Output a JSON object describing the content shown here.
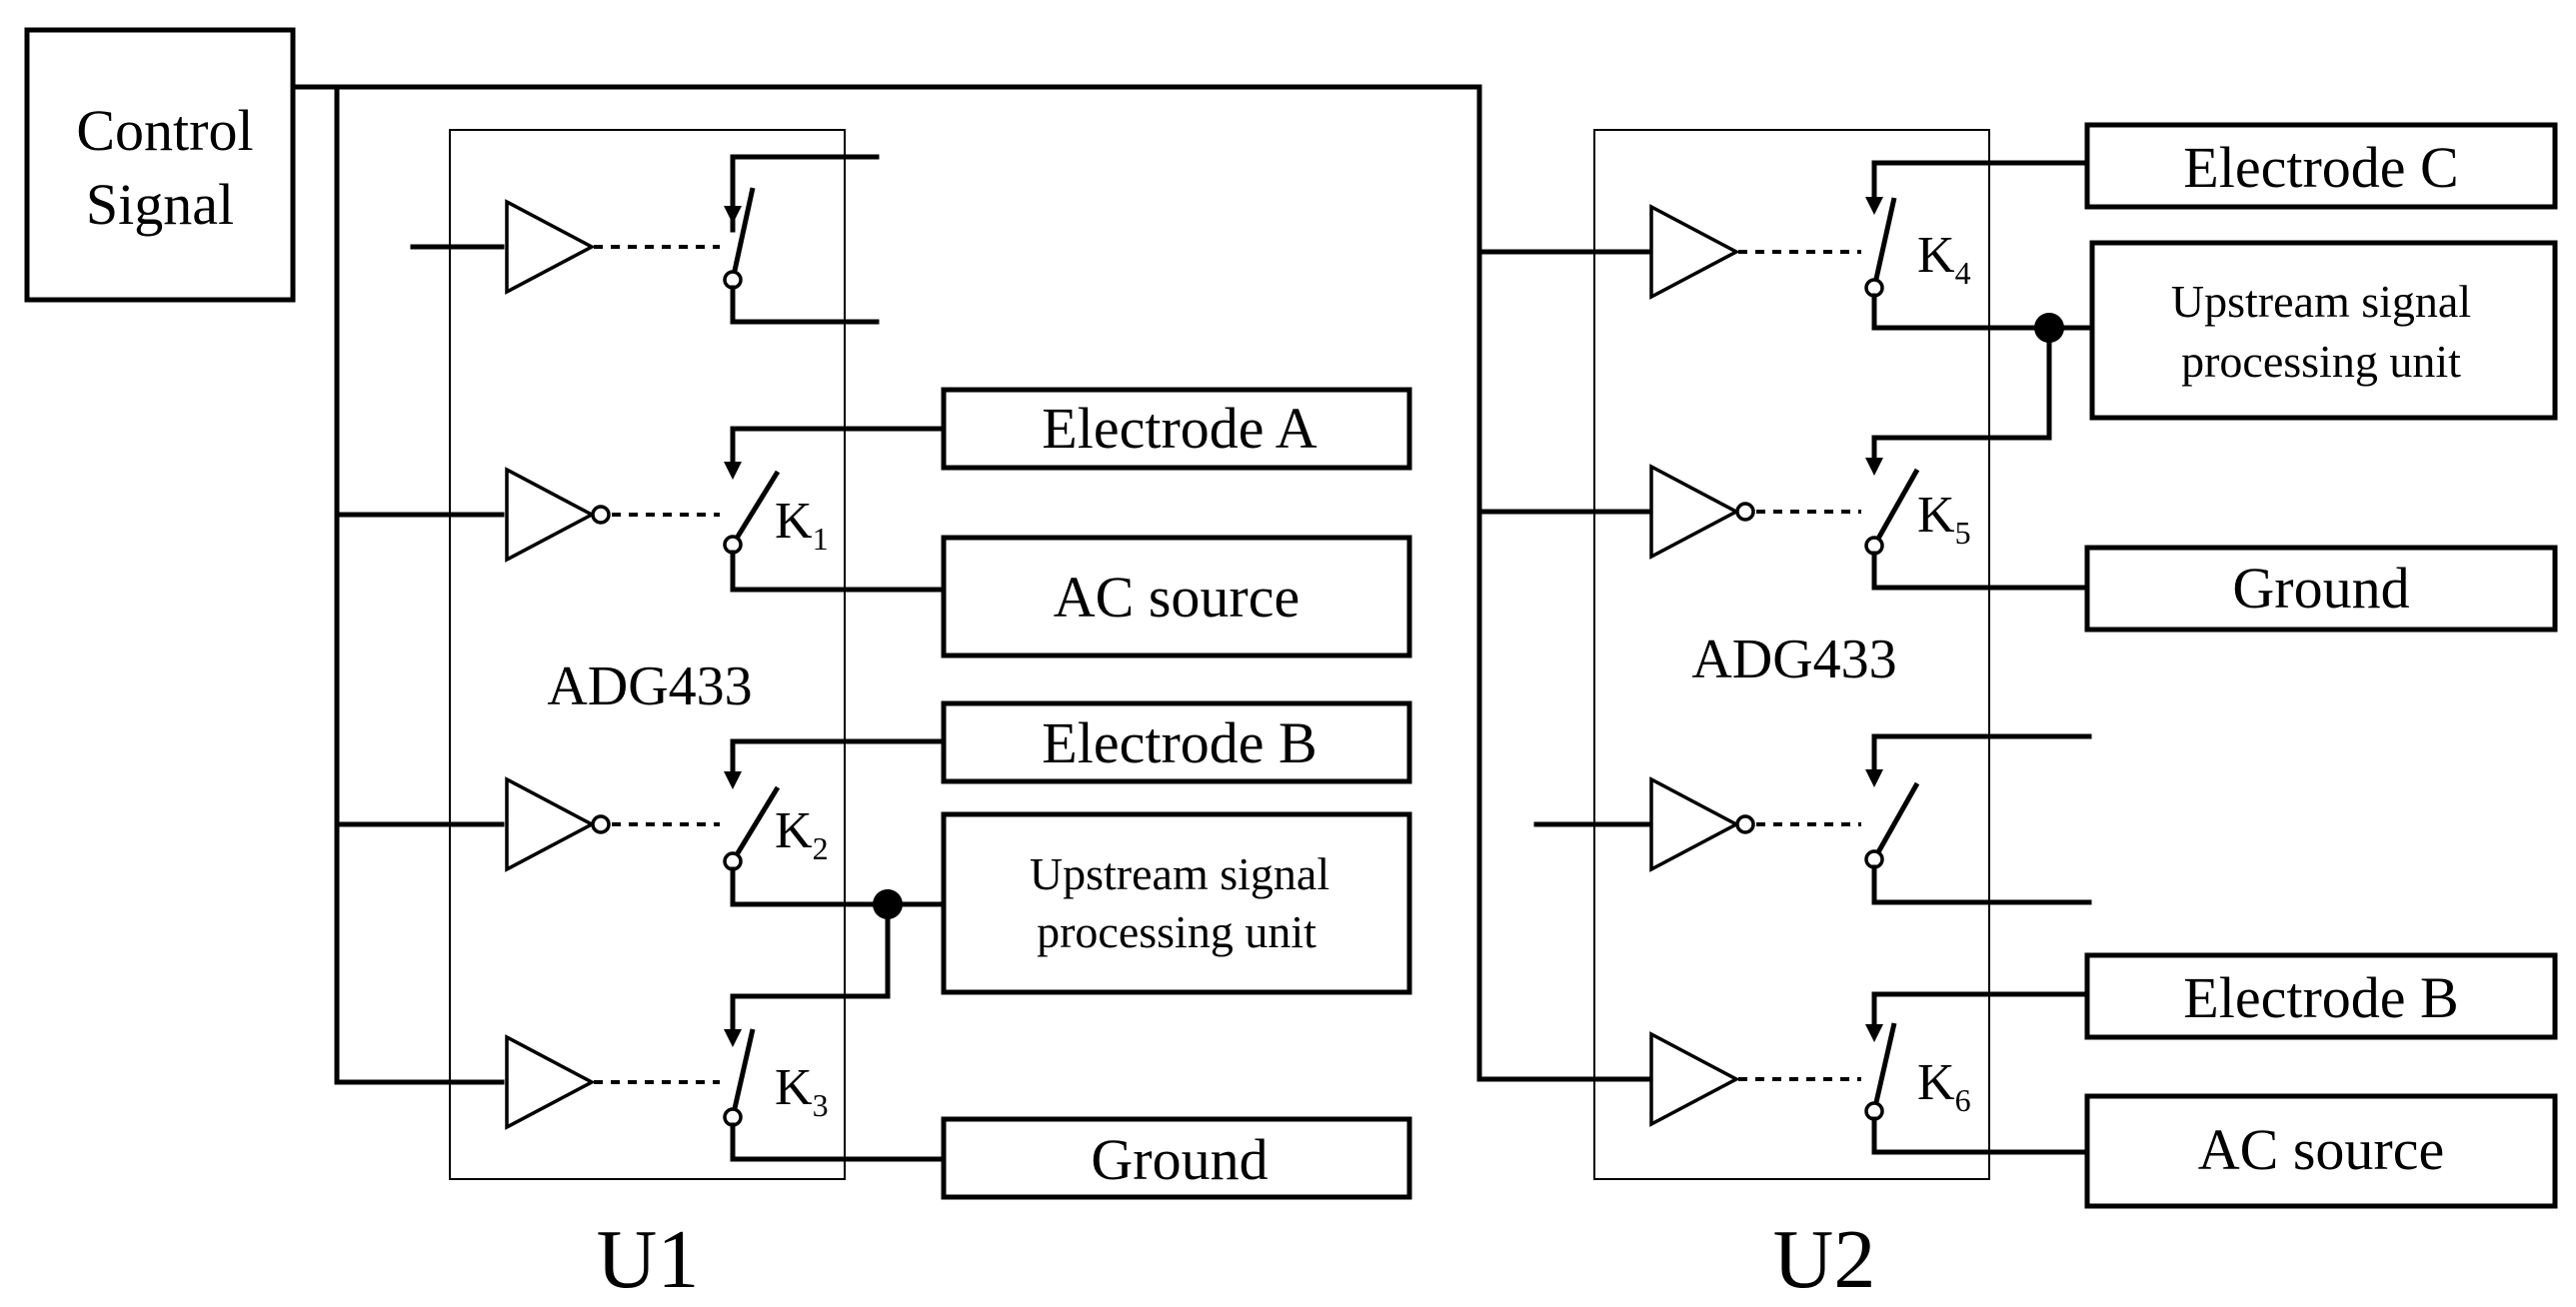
{
  "control": {
    "line1": "Control",
    "line2": "Signal"
  },
  "chips": {
    "u1_part": "ADG433",
    "u2_part": "ADG433",
    "u1_name": "U1",
    "u2_name": "U2"
  },
  "switches": {
    "k1": {
      "letter": "K",
      "sub": "1"
    },
    "k2": {
      "letter": "K",
      "sub": "2"
    },
    "k3": {
      "letter": "K",
      "sub": "3"
    },
    "k4": {
      "letter": "K",
      "sub": "4"
    },
    "k5": {
      "letter": "K",
      "sub": "5"
    },
    "k6": {
      "letter": "K",
      "sub": "6"
    }
  },
  "u1_blocks": {
    "electrode_a": "Electrode A",
    "ac_source": "AC source",
    "electrode_b": "Electrode B",
    "upstream_line1": "Upstream signal",
    "upstream_line2": "processing unit",
    "ground": "Ground"
  },
  "u2_blocks": {
    "electrode_c": "Electrode C",
    "upstream_line1": "Upstream signal",
    "upstream_line2": "processing unit",
    "ground": "Ground",
    "electrode_b": "Electrode B",
    "ac_source": "AC source"
  }
}
